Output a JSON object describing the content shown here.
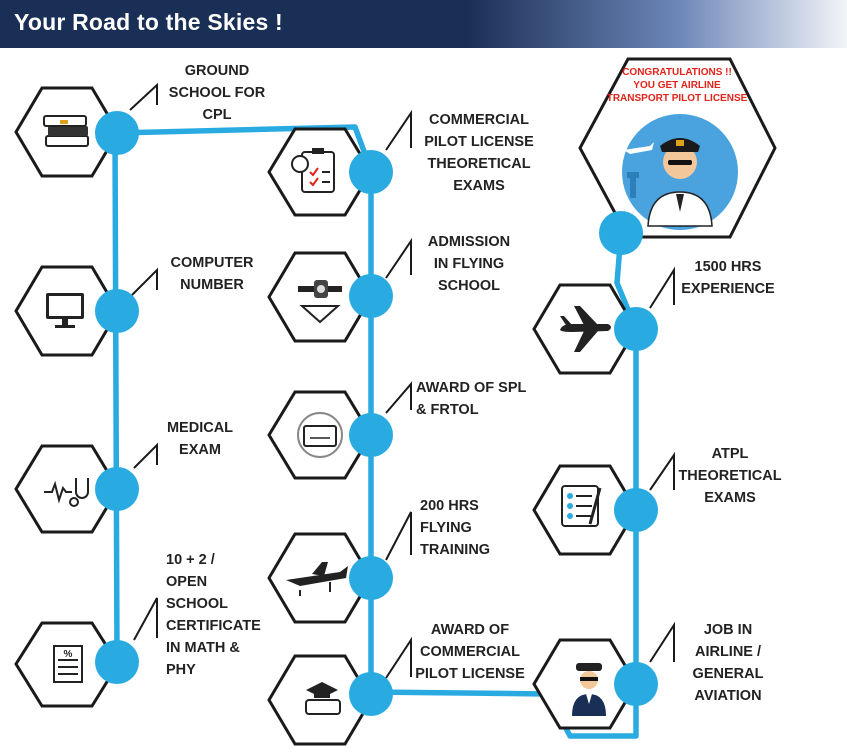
{
  "header": {
    "title": "Your Road to the Skies !"
  },
  "steps": {
    "ground_school": "GROUND\nSCHOOL FOR\nCPL",
    "computer_number": "COMPUTER\nNUMBER",
    "medical_exam": "MEDICAL\nEXAM",
    "school_certificate": "10 + 2 /\nOPEN\nSCHOOL\nCERTIFICATE\nIN MATH &\nPHY",
    "cpl_theory": "COMMERCIAL\nPILOT LICENSE\nTHEORETICAL\nEXAMS",
    "admission": "ADMISSION\nIN FLYING\nSCHOOL",
    "spl_frtol": "AWARD OF SPL\n& FRTOL",
    "flying_training": "200 HRS\nFLYING\nTRAINING",
    "award_cpl": "AWARD OF\nCOMMERCIAL\nPILOT LICENSE",
    "experience": "1500 HRS\nEXPERIENCE",
    "atpl_theory": "ATPL\nTHEORETICAL\nEXAMS",
    "job": "JOB IN\nAIRLINE /\nGENERAL\nAVIATION"
  },
  "final": {
    "congrats": "CONGRATULATIONS !!\nYOU GET AIRLINE\nTRANSPORT PILOT LICENSE"
  },
  "icons": {
    "ground_school": "books-icon",
    "computer_number": "monitor-icon",
    "medical_exam": "stethoscope-icon",
    "school_certificate": "certificate-document-icon",
    "cpl_theory": "exam-clipboard-icon",
    "admission": "flying-school-emblem-icon",
    "spl_frtol": "license-card-icon",
    "flying_training": "small-plane-icon",
    "award_cpl": "graduation-cap-icon",
    "experience": "airplane-icon",
    "atpl_theory": "checklist-icon",
    "job": "pilot-icon",
    "final": "pilot-portrait-icon"
  },
  "colors": {
    "path": "#29abe2",
    "header": "#1a2f55",
    "hex_border": "#1a1a1a",
    "congrats": "#e2231a"
  }
}
